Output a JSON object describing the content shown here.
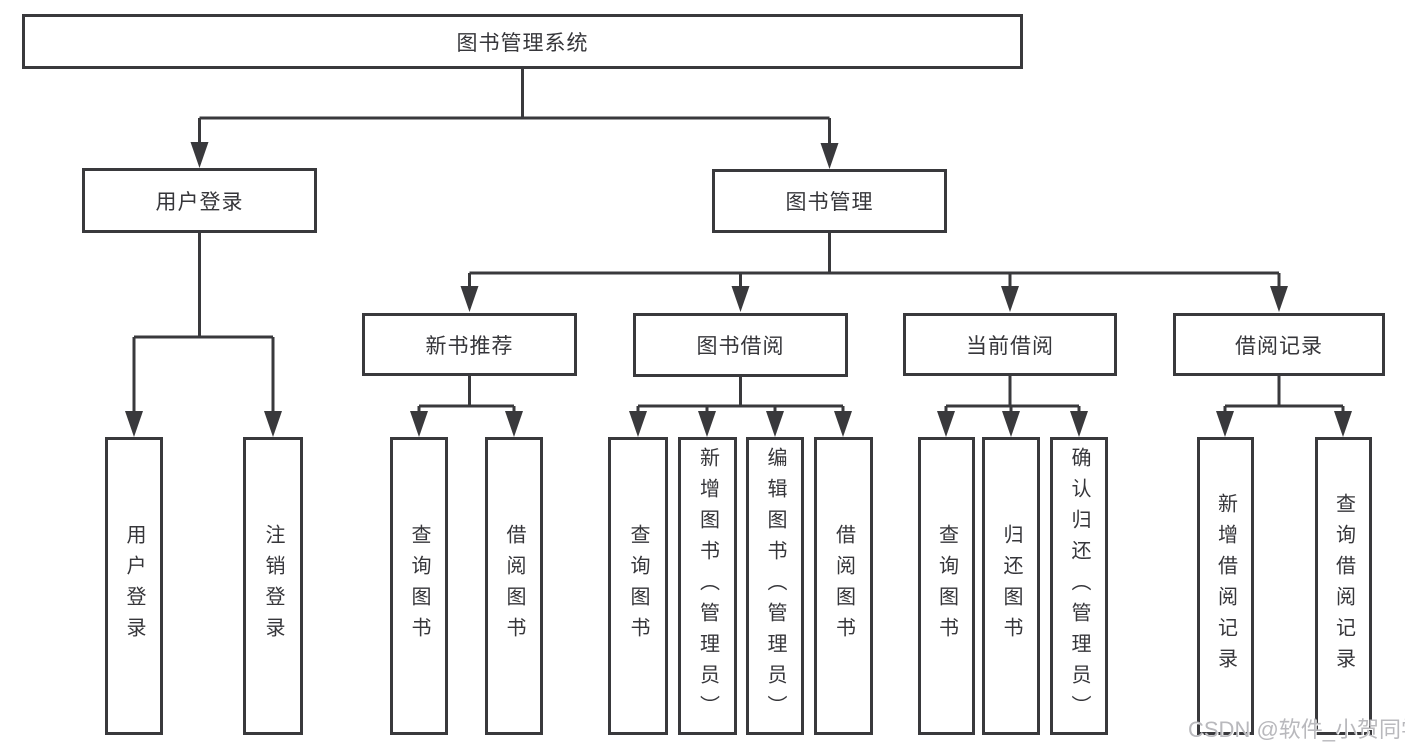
{
  "diagram": {
    "root": {
      "label": "图书管理系统",
      "children": [
        {
          "label": "用户登录",
          "children": [
            {
              "label": "用户登录"
            },
            {
              "label": "注销登录"
            }
          ]
        },
        {
          "label": "图书管理",
          "children": [
            {
              "label": "新书推荐",
              "children": [
                {
                  "label": "查询图书"
                },
                {
                  "label": "借阅图书"
                }
              ]
            },
            {
              "label": "图书借阅",
              "children": [
                {
                  "label": "查询图书"
                },
                {
                  "label": "新增图书（管理员）"
                },
                {
                  "label": "编辑图书（管理员）"
                },
                {
                  "label": "借阅图书"
                }
              ]
            },
            {
              "label": "当前借阅",
              "children": [
                {
                  "label": "查询图书"
                },
                {
                  "label": "归还图书"
                },
                {
                  "label": "确认归还（管理员）"
                }
              ]
            },
            {
              "label": "借阅记录",
              "children": [
                {
                  "label": "新增借阅记录"
                },
                {
                  "label": "查询借阅记录"
                }
              ]
            }
          ]
        }
      ]
    }
  },
  "watermark": {
    "text": "CSDN @软件_小贺同学",
    "color": "#b9b9bd"
  },
  "colors": {
    "line": "#39393c",
    "text": "#36363a",
    "background": "#ffffff"
  }
}
